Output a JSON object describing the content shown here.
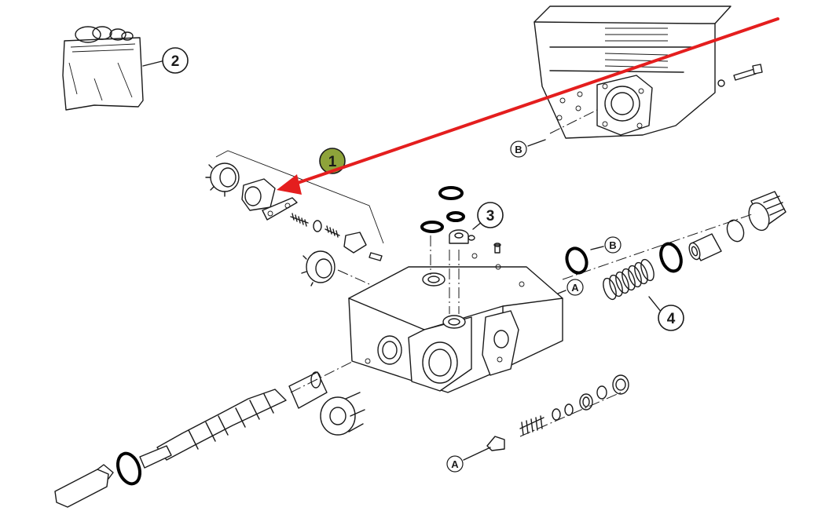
{
  "callouts": [
    {
      "id": "item-1",
      "label": "1",
      "highlighted": true
    },
    {
      "id": "item-2",
      "label": "2",
      "highlighted": false
    },
    {
      "id": "item-3",
      "label": "3",
      "highlighted": false
    },
    {
      "id": "item-4",
      "label": "4",
      "highlighted": false
    }
  ],
  "references": {
    "b_top": "B",
    "b_mid": "B",
    "a_mid": "A",
    "a_bottom": "A"
  },
  "colors": {
    "pointer_arrow": "#e41e1e",
    "highlight_fill": "#8ea33a",
    "line": "#1a1a1a",
    "background": "#ffffff"
  }
}
